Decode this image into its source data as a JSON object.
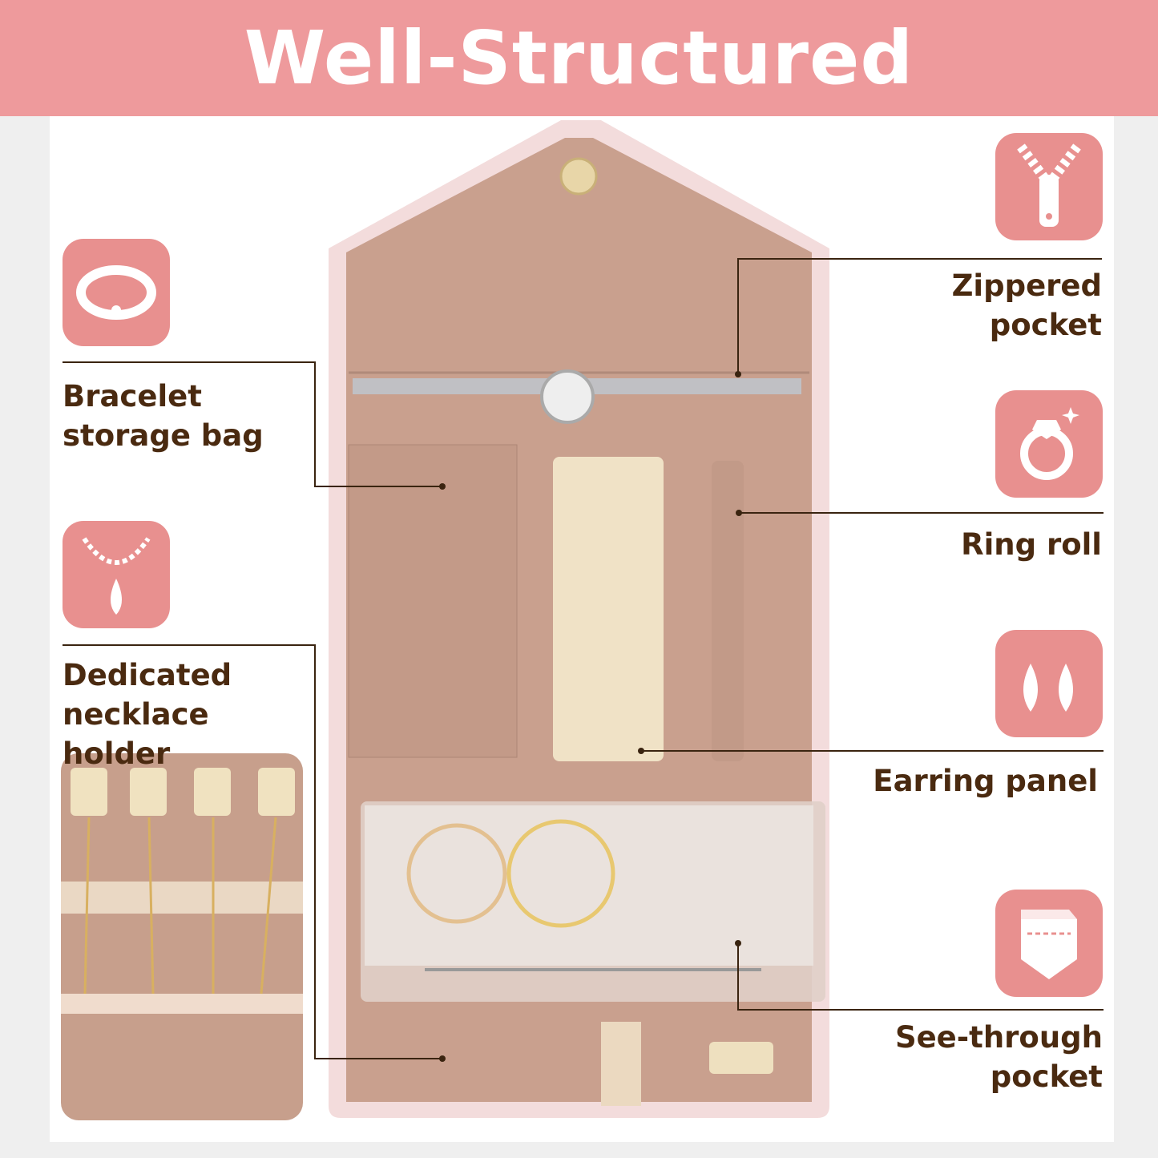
{
  "header": {
    "title": "Well-Structured"
  },
  "colors": {
    "accent": "#ee9a9c",
    "icon_tile": "#e8908f",
    "label_text": "#4a2a10"
  },
  "features": [
    {
      "label": "Bracelet storage bag",
      "icon": "bracelet-icon"
    },
    {
      "label": "Dedicated necklace holder",
      "icon": "necklace-icon"
    },
    {
      "label": "Zippered pocket",
      "icon": "zipper-icon"
    },
    {
      "label": "Ring roll",
      "icon": "ring-icon"
    },
    {
      "label": "Earring panel",
      "icon": "earrings-icon"
    },
    {
      "label": "See-through pocket",
      "icon": "pocket-icon"
    }
  ]
}
